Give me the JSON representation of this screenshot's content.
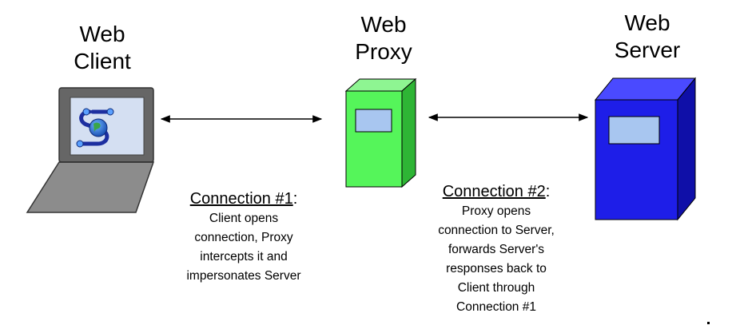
{
  "titles": {
    "client": [
      "Web",
      "Client"
    ],
    "proxy": [
      "Web",
      "Proxy"
    ],
    "server": [
      "Web",
      "Server"
    ]
  },
  "connection1": {
    "heading": "Connection #1",
    "colon": ":",
    "lines": [
      "Client opens",
      "connection, Proxy",
      "intercepts it and",
      "impersonates Server"
    ]
  },
  "connection2": {
    "heading": "Connection #2",
    "colon": ":",
    "lines": [
      "Proxy opens",
      "connection to Server,",
      "forwards Server's",
      "responses back to",
      "Client through",
      "Connection #1"
    ]
  },
  "colors": {
    "laptop_frame": "#666666",
    "laptop_screen": "#d4dff2",
    "laptop_keyboard": "#8c8c8c",
    "proxy_front": "#55f55a",
    "proxy_side": "#2eb535",
    "server_front": "#1e1ee8",
    "server_side": "#0f0fa8",
    "slot": "#a8c6f0"
  },
  "icons": {
    "client_app": "globe-s-logo-icon"
  }
}
